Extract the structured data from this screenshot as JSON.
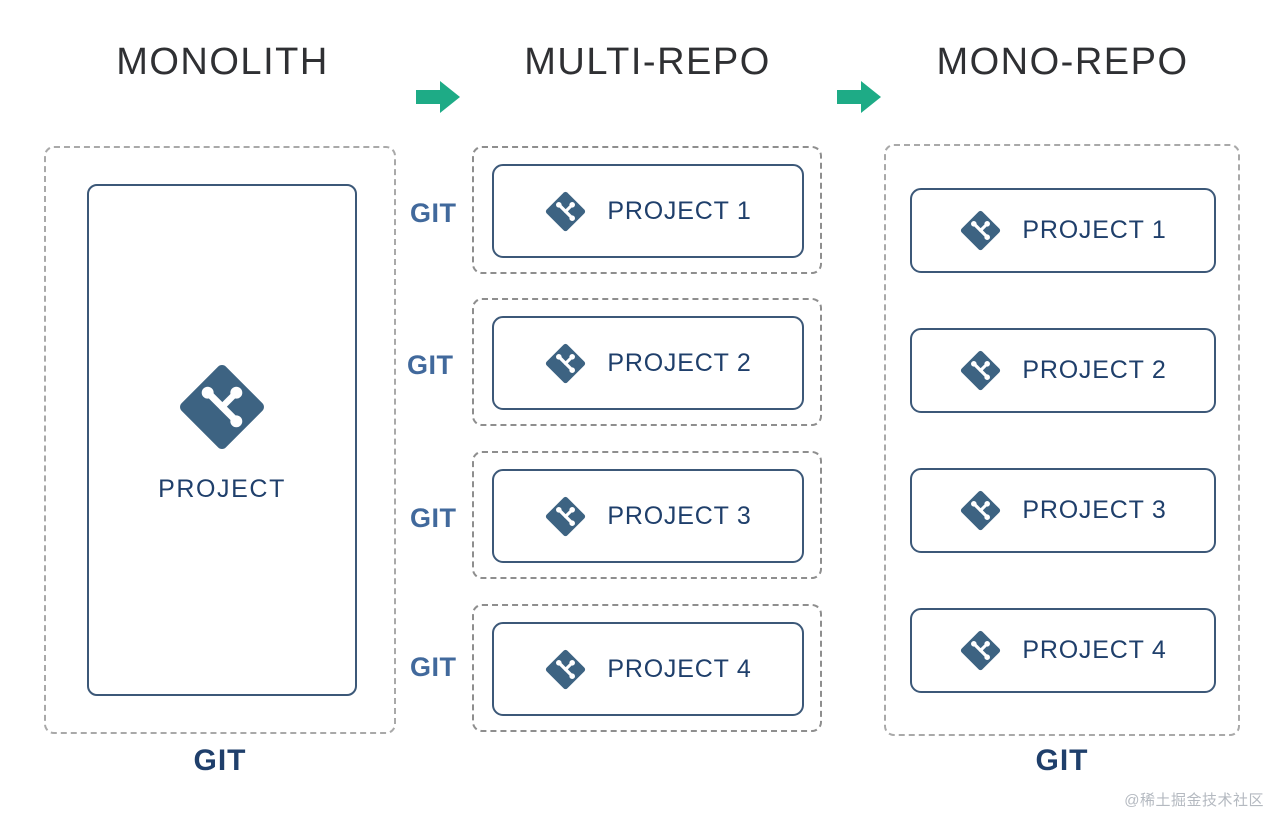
{
  "colors": {
    "git_logo": "#3d6382",
    "card_border": "#3c5878",
    "dashed_border": "#a0a0a0",
    "label_text": "#1f3f6b",
    "side_git_text": "#41699c",
    "arrow_green": "#1eab86",
    "title_text": "#2f3033",
    "watermark": "#b4b9c0"
  },
  "columns": {
    "monolith": {
      "title": "MONOLITH",
      "project_label": "PROJECT",
      "bottom_git_label": "GIT",
      "logo_icon": "git-logo-icon"
    },
    "multirepo": {
      "title": "MULTI-REPO",
      "repos": [
        {
          "side_git_label": "GIT",
          "label": "PROJECT 1",
          "logo_icon": "git-logo-icon"
        },
        {
          "side_git_label": "GIT",
          "label": "PROJECT 2",
          "logo_icon": "git-logo-icon"
        },
        {
          "side_git_label": "GIT",
          "label": "PROJECT 3",
          "logo_icon": "git-logo-icon"
        },
        {
          "side_git_label": "GIT",
          "label": "PROJECT 4",
          "logo_icon": "git-logo-icon"
        }
      ]
    },
    "monorepo": {
      "title": "MONO-REPO",
      "bottom_git_label": "GIT",
      "repos": [
        {
          "label": "PROJECT 1",
          "logo_icon": "git-logo-icon"
        },
        {
          "label": "PROJECT 2",
          "logo_icon": "git-logo-icon"
        },
        {
          "label": "PROJECT 3",
          "logo_icon": "git-logo-icon"
        },
        {
          "label": "PROJECT 4",
          "logo_icon": "git-logo-icon"
        }
      ]
    }
  },
  "arrows": [
    {
      "icon": "arrow-right-icon"
    },
    {
      "icon": "arrow-right-icon"
    }
  ],
  "watermark": "@稀土掘金技术社区"
}
